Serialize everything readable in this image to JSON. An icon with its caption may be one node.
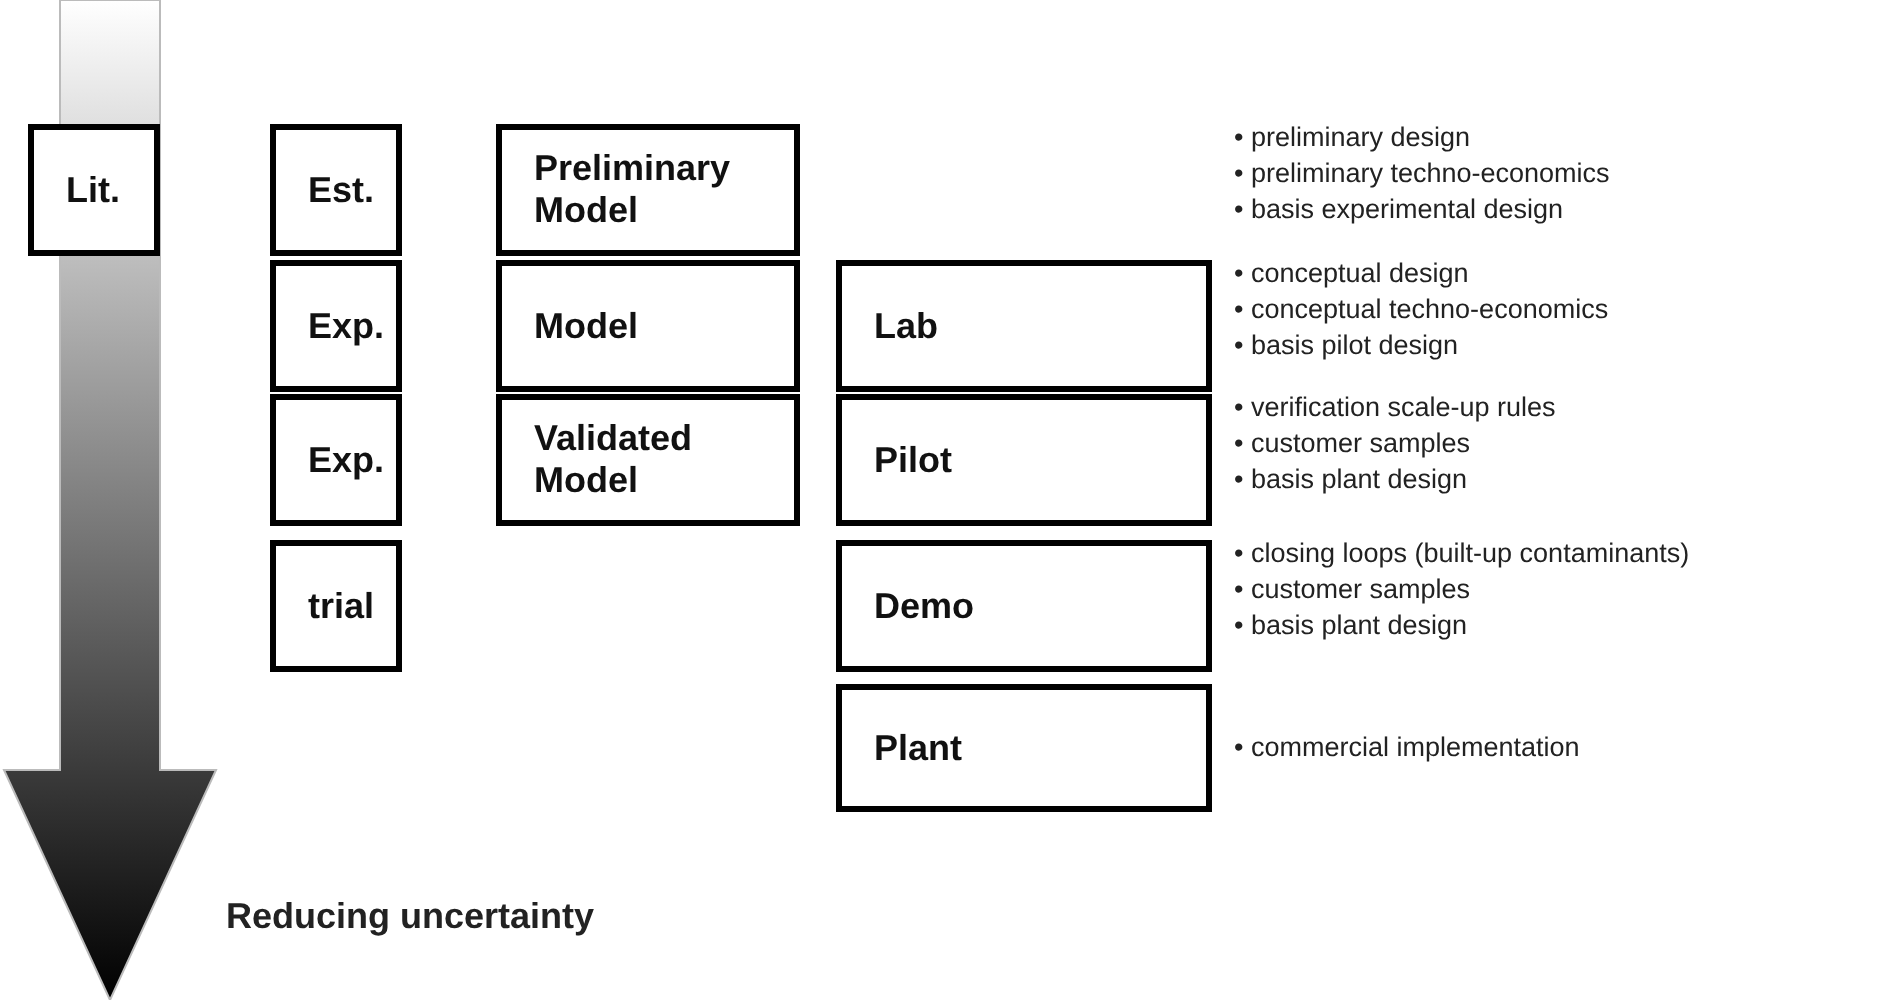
{
  "diagram": {
    "nodes": [
      {
        "text": [
          "Lit."
        ]
      },
      {
        "text": [
          "Est."
        ]
      },
      {
        "text": [
          "Preliminary Model"
        ]
      },
      {
        "text": [
          "Exp."
        ]
      },
      {
        "text": [
          "Model"
        ]
      },
      {
        "text": [
          "Lab"
        ]
      },
      {
        "text": [
          "Exp."
        ]
      },
      {
        "text": [
          "Validated Model"
        ]
      },
      {
        "text": [
          "Pilot"
        ]
      },
      {
        "text": [
          "trial"
        ]
      },
      {
        "text": [
          "Demo"
        ]
      },
      {
        "text": [
          "Plant"
        ]
      }
    ],
    "edges": [],
    "labels": [
      "• preliminary design",
      "• preliminary techno-economics",
      "• basis experimental design",
      "• conceptual design",
      "• conceptual techno-economics",
      "• basis pilot design",
      "• verification scale-up rules",
      "• customer samples",
      "• basis plant design",
      "• closing loops (built-up contaminants)",
      "• customer samples",
      "• basis plant design",
      "• commercial implementation",
      "Reducing uncertainty"
    ]
  }
}
